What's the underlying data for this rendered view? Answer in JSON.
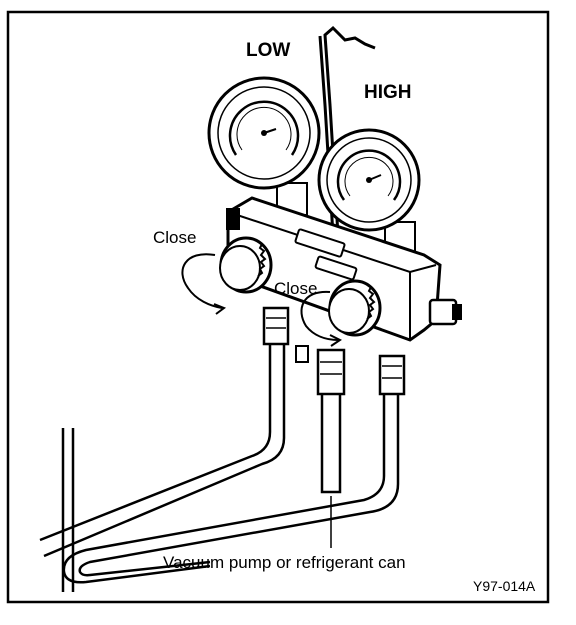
{
  "figure": {
    "labels": {
      "low_gauge": "LOW",
      "high_gauge": "HIGH",
      "low_valve": "Close",
      "high_valve": "Close",
      "center_hose": "Vacuum pump or refrigerant can"
    },
    "reference": "Y97-014A",
    "colors": {
      "ink": "#000000",
      "paper": "#ffffff"
    }
  }
}
